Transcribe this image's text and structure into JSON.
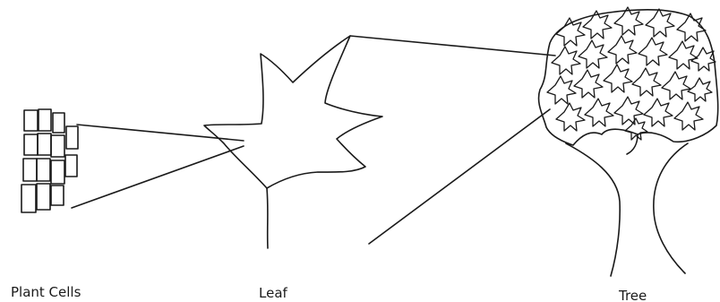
{
  "labels": {
    "plant_cells": "Plant Cells",
    "leaf": "Leaf",
    "tree": "Tree"
  },
  "colors": {
    "ink": "#1a1a1a",
    "background": "#ffffff"
  }
}
